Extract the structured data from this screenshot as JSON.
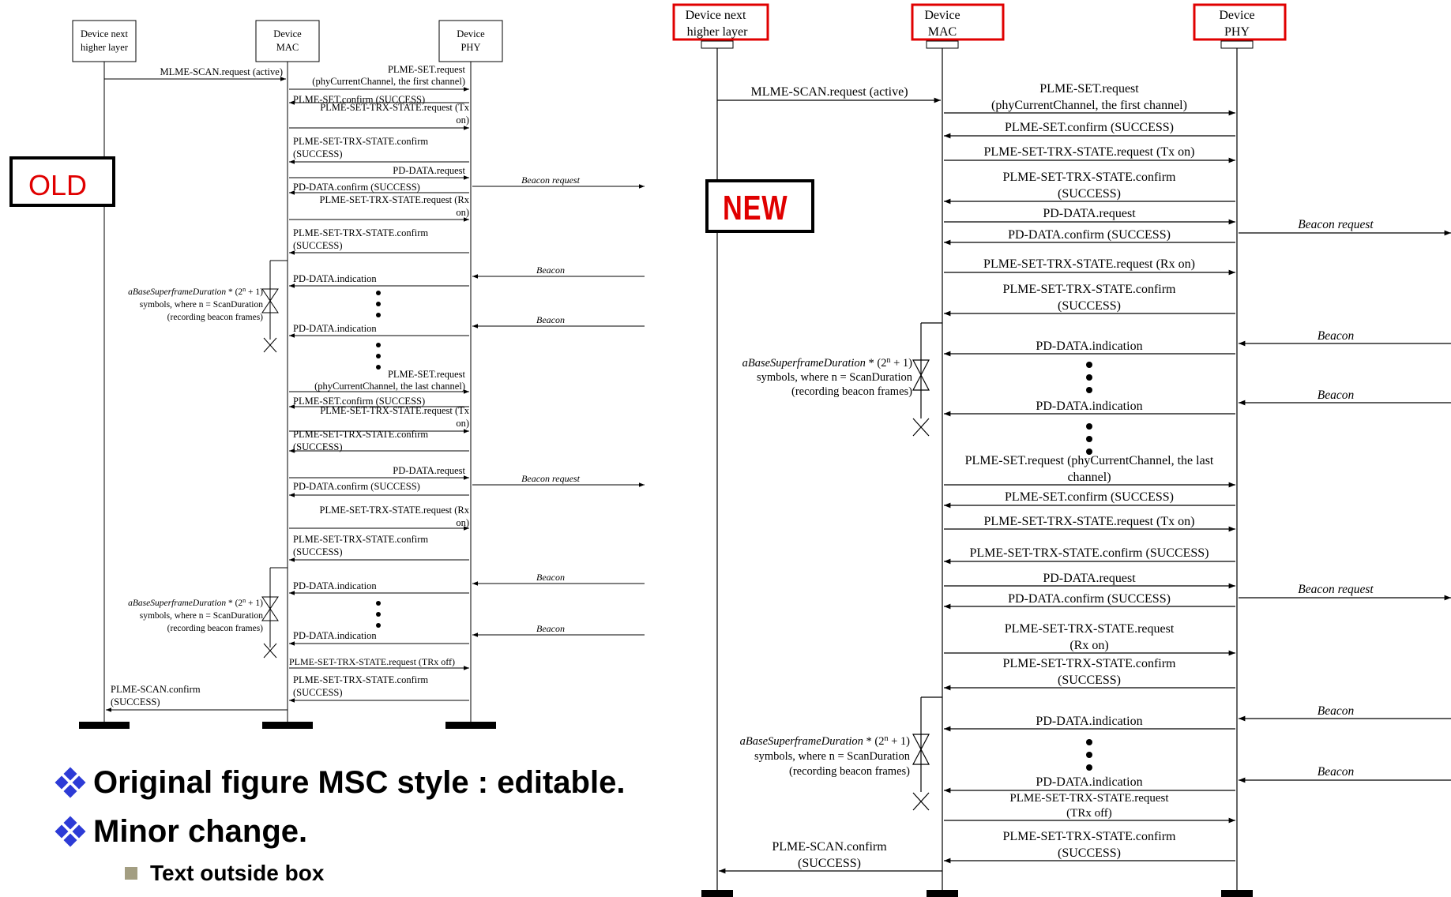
{
  "old_diagram": {
    "lifelines": {
      "higher": "Device next higher layer",
      "mac": "Device MAC",
      "phy": "Device PHY"
    },
    "messages": [
      "MLME-SCAN.request (active)",
      "PLME-SET.request (phyCurrentChannel, the first channel)",
      "PLME-SET.confirm (SUCCESS)",
      "PLME-SET-TRX-STATE.request (Tx on)",
      "PLME-SET-TRX-STATE.confirm (SUCCESS)",
      "PD-DATA.request",
      "Beacon request",
      "PD-DATA.confirm (SUCCESS)",
      "PLME-SET-TRX-STATE.request (Rx on)",
      "PLME-SET-TRX-STATE.confirm (SUCCESS)",
      "Beacon",
      "PD-DATA.indication",
      "aBaseSuperframeDuration * (2n + 1) symbols, where n = ScanDuration (recording beacon frames)",
      "PLME-SET.request (phyCurrentChannel, the last channel)",
      "PLME-SET-TRX-STATE.request (TRx off)",
      "PLME-SCAN.confirm (SUCCESS)"
    ]
  },
  "new_diagram": {
    "lifelines": {
      "higher": "Device next higher layer",
      "mac": "Device MAC",
      "phy": "Device PHY"
    }
  },
  "tags": {
    "old": "OLD",
    "new": "NEW"
  },
  "bullets": [
    "Original figure MSC style : editable.",
    "Minor change."
  ],
  "sub_bullets": [
    "Text outside box"
  ],
  "colors": {
    "highlight": "#e00000",
    "bullet_diamond": "#2d3bd6",
    "sub_square": "#a39e82"
  }
}
